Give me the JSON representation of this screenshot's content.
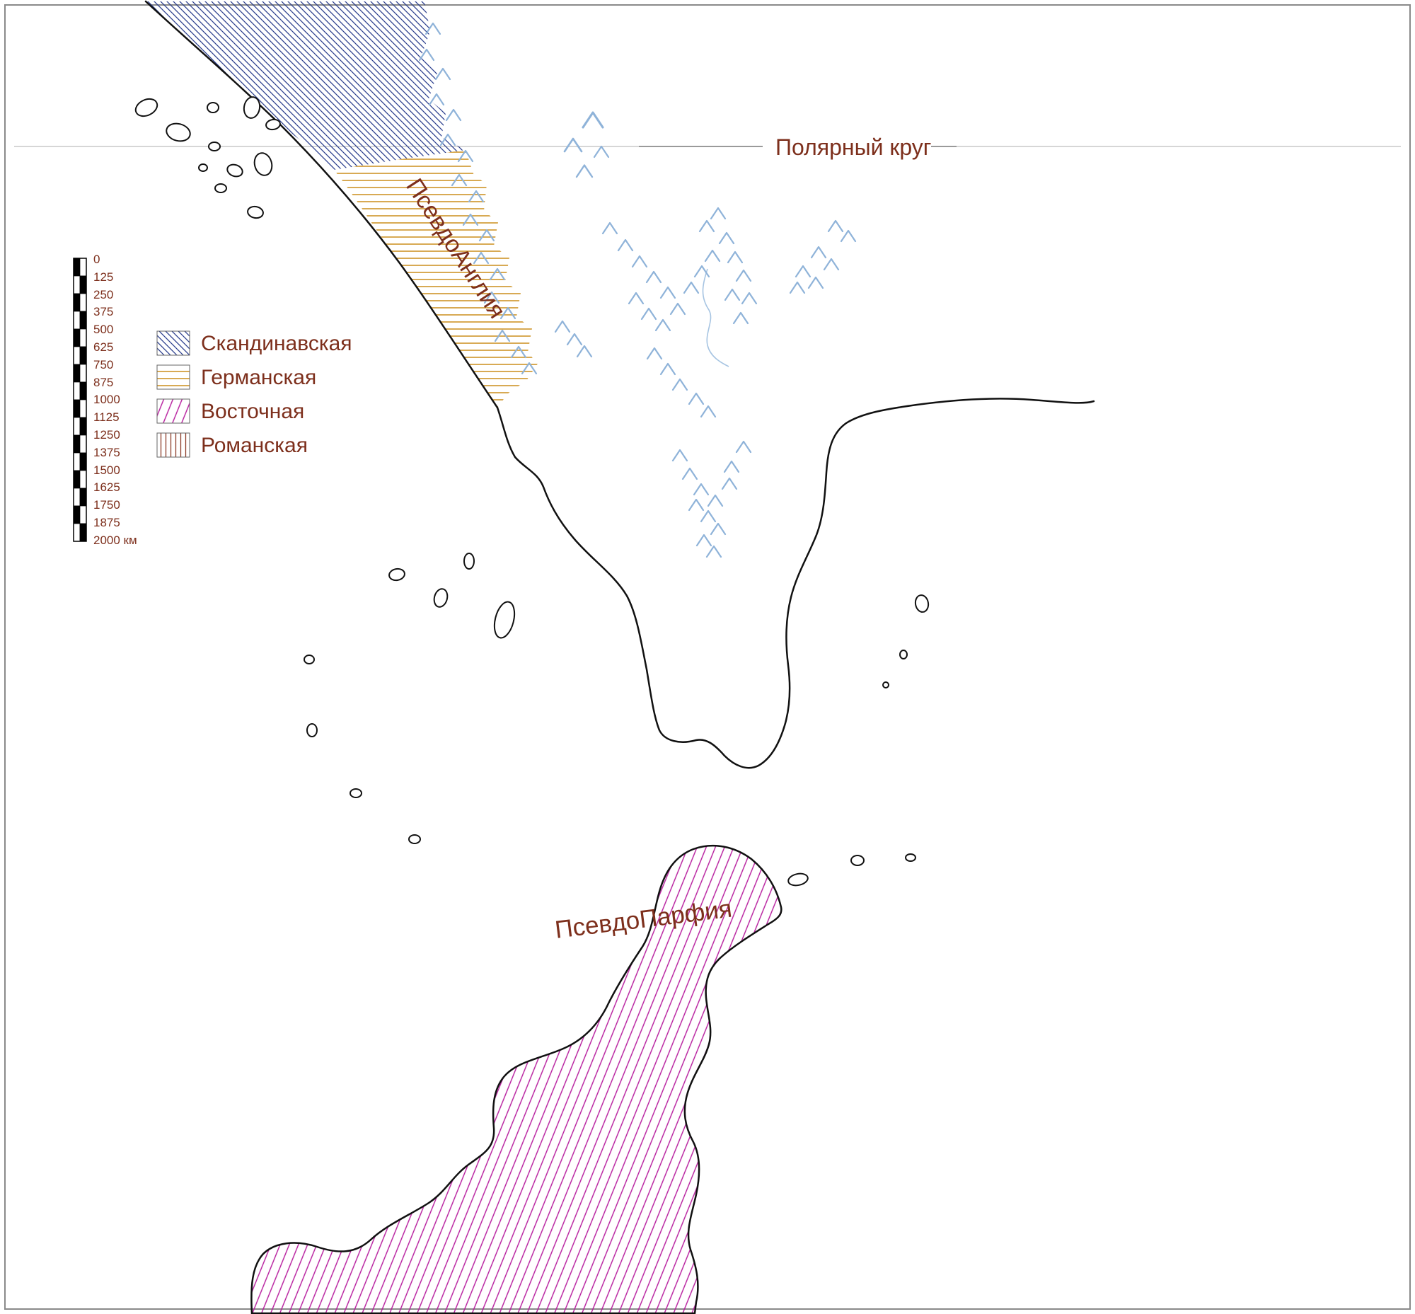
{
  "map": {
    "polar_circle_label": "Полярный круг",
    "region_labels": {
      "pseudo_england": "ПсевдоАнглия",
      "pseudo_parthia": "ПсевдоПарфия"
    }
  },
  "legend": {
    "items": [
      {
        "label": "Скандинавская",
        "pattern": "diagonal-blue"
      },
      {
        "label": "Германская",
        "pattern": "horizontal-orange"
      },
      {
        "label": "Восточная",
        "pattern": "diagonal-magenta"
      },
      {
        "label": "Романская",
        "pattern": "vertical-darkred"
      }
    ]
  },
  "scale_bar": {
    "labels": [
      "0",
      "125",
      "250",
      "375",
      "500",
      "625",
      "750",
      "875",
      "1000",
      "1125",
      "1250",
      "1375",
      "1500",
      "1625",
      "1750",
      "1875",
      "2000 км"
    ]
  },
  "colors": {
    "scandinavian_hatch": "#2c3f8e",
    "germanic_hatch": "#c8860a",
    "eastern_hatch": "#b5189b",
    "romance_hatch": "#8b3a26",
    "label_text": "#7d2f1c",
    "mountain": "#8fb3d9",
    "coastline": "#111111"
  }
}
